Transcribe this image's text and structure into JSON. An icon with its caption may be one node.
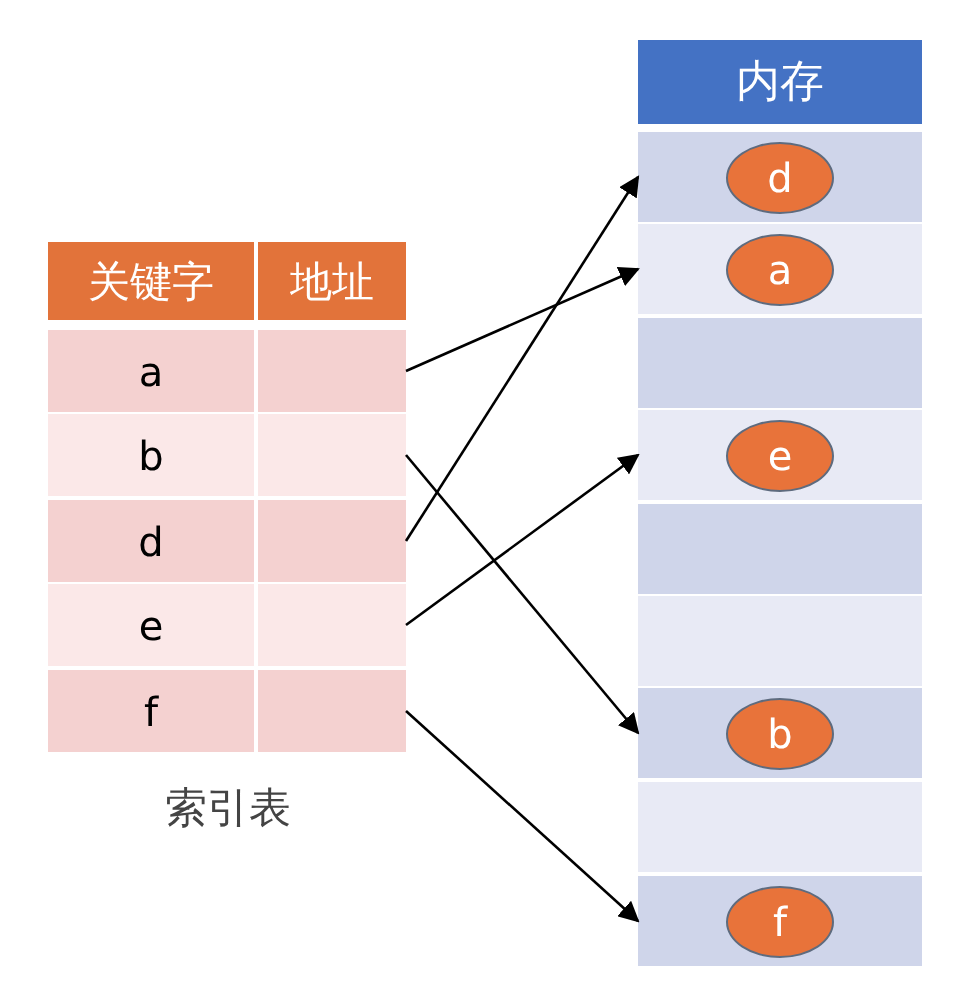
{
  "diagram": {
    "nodes": [
      {
        "text": [
          "关键字"
        ]
      },
      {
        "text": [
          "地址"
        ]
      },
      {
        "text": [
          "a"
        ]
      },
      {
        "text": [],
        "shape": "box"
      },
      {
        "text": [
          "b"
        ]
      },
      {
        "text": [],
        "shape": "box"
      },
      {
        "text": [
          "d"
        ]
      },
      {
        "text": [],
        "shape": "box"
      },
      {
        "text": [
          "e"
        ]
      },
      {
        "text": [],
        "shape": "box"
      },
      {
        "text": [
          "f"
        ]
      },
      {
        "text": [],
        "shape": "box"
      },
      {
        "text": [
          "内存"
        ]
      },
      {
        "text": [],
        "shape": "box"
      },
      {
        "text": [
          "d"
        ],
        "in": 13
      },
      {
        "text": [],
        "shape": "box"
      },
      {
        "text": [
          "a"
        ],
        "in": 15
      },
      {
        "text": [],
        "shape": "box"
      },
      {
        "text": [],
        "shape": "box"
      },
      {
        "text": [
          "e"
        ],
        "in": 18
      },
      {
        "text": [],
        "shape": "box"
      },
      {
        "text": [],
        "shape": "box"
      },
      {
        "text": [],
        "shape": "box"
      },
      {
        "text": [
          "b"
        ],
        "in": 22
      },
      {
        "text": [],
        "shape": "box"
      },
      {
        "text": [],
        "shape": "box"
      },
      {
        "text": [
          "f"
        ],
        "in": 25
      }
    ],
    "edges": [
      {
        "from": 3,
        "to": 15,
        "arrow": "to"
      },
      {
        "from": 5,
        "to": 22,
        "arrow": "to"
      },
      {
        "from": 7,
        "to": 13,
        "arrow": "to"
      },
      {
        "from": 9,
        "to": 18,
        "arrow": "to"
      },
      {
        "from": 11,
        "to": 25,
        "arrow": "to"
      }
    ],
    "labels": [
      "索引表"
    ]
  }
}
